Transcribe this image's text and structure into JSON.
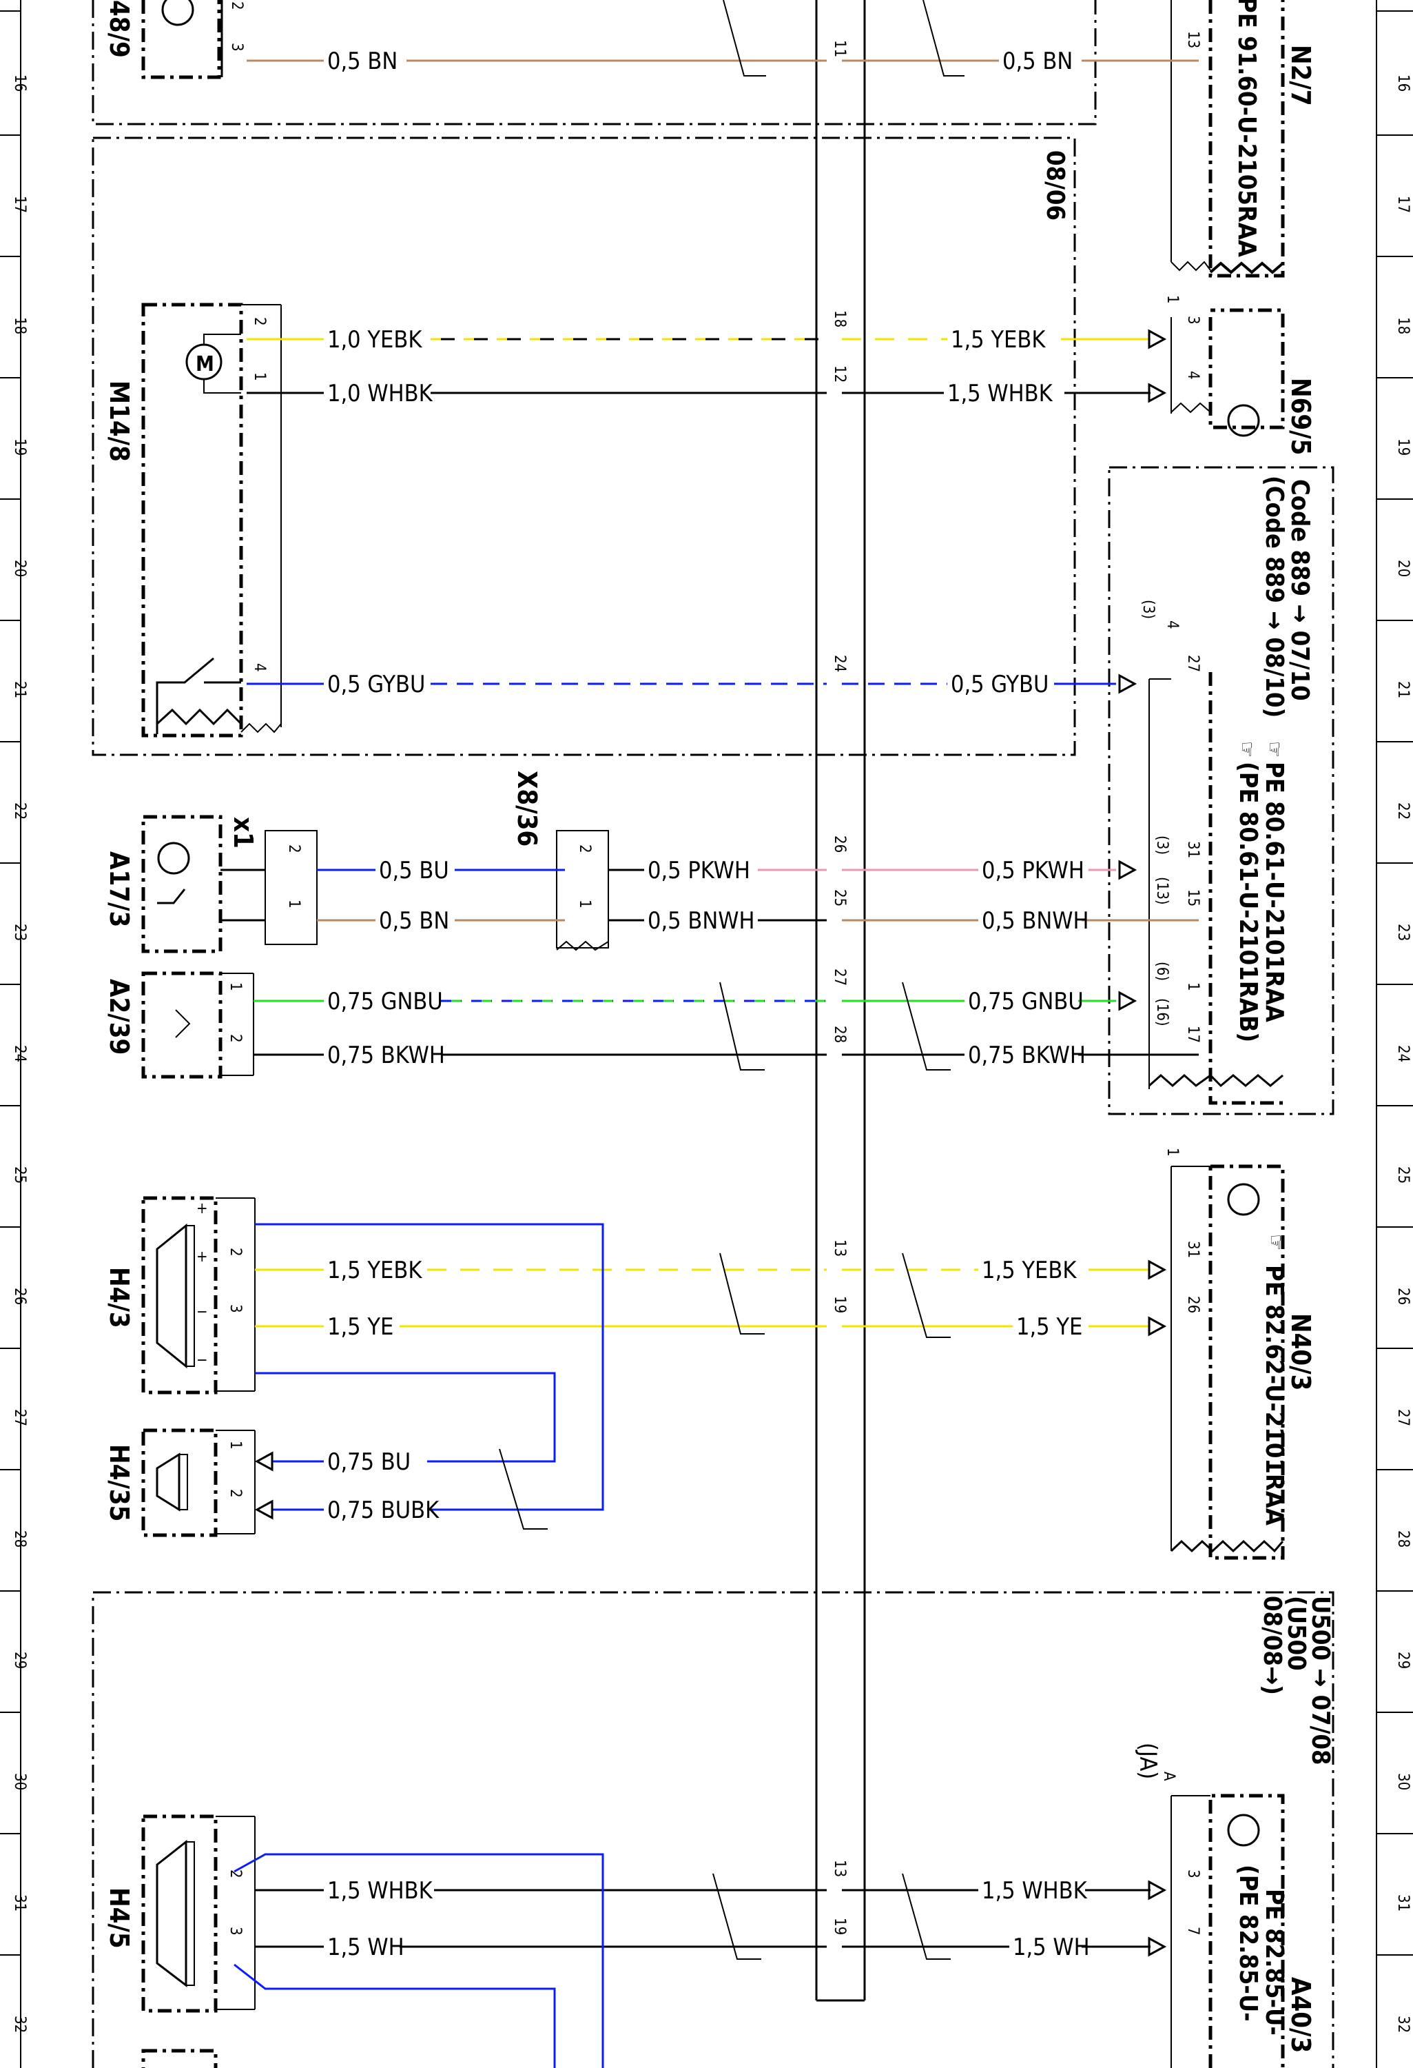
{
  "grid_rows": [
    "16",
    "17",
    "18",
    "19",
    "20",
    "21",
    "22",
    "23",
    "24",
    "25",
    "26",
    "27",
    "28",
    "29",
    "30",
    "31",
    "32"
  ],
  "components": {
    "n48_9": "48/9",
    "n2_7": "N2/7",
    "n2_7_pe": "PE 91.60-U-2105RAA",
    "c0806": "08/06",
    "m14_8": "M14/8",
    "n69_5": "N69/5",
    "n69_5_code": "Code 889 → 07/10",
    "n69_5_code2": "(Code 889 → 08/10)",
    "n69_5_pe": "PE 80.61-U-2101RAA",
    "n69_5_pe2": "(PE 80.61-U-2101RAB)",
    "x8_36": "X8/36",
    "x1": "x1",
    "a17_3": "A17/3",
    "a2_39": "A2/39",
    "h4_3": "H4/3",
    "h4_35": "H4/35",
    "n40_3": "N40/3",
    "n40_3_pe": "PE 82.62-U-2101RAA",
    "u500": "U500 → 07/08",
    "u500b": "(U500",
    "u500c": "08/08→)",
    "ja": "(JA)",
    "h4_5": "H4/5",
    "a40_3": "A40/3",
    "a40_3_pe": "PE 82.85-U-",
    "a40_3_pe2": "(PE 82.85-U-"
  },
  "wires": [
    {
      "l": "0,5 BN",
      "r": "0,5 BN",
      "pl": "3",
      "pm": "11",
      "pr": "13"
    },
    {
      "l": "1,0 YEBK",
      "r": "1,5 YEBK",
      "pl": "2",
      "pm": "18",
      "pr": "3"
    },
    {
      "l": "1,0 WHBK",
      "r": "1,5 WHBK",
      "pl": "1",
      "pm": "12",
      "pr": "4"
    },
    {
      "l": "0,5 GYBU",
      "r": "0,5 GYBU",
      "pl": "4",
      "pm": "24",
      "pr": "27"
    },
    {
      "l": "0,5 BU",
      "m": "0,5 PKWH",
      "r": "0,5 PKWH",
      "pl": "2",
      "px": "2",
      "pm": "26",
      "pr": "31"
    },
    {
      "l": "0,5 BN",
      "m": "0,5 BNWH",
      "r": "0,5 BNWH",
      "pl": "1",
      "px": "1",
      "pm": "25",
      "pr": "15"
    },
    {
      "l": "0,75 GNBU",
      "r": "0,75 GNBU",
      "pl": "1",
      "pm": "27",
      "pr": "1"
    },
    {
      "l": "0,75 BKWH",
      "r": "0,75 BKWH",
      "pl": "2",
      "pm": "28",
      "pr": "17"
    },
    {
      "l": "1,5 YEBK",
      "r": "1,5 YEBK",
      "pl": "2",
      "pm": "13",
      "pr": "31"
    },
    {
      "l": "1,5 YE",
      "r": "1,5 YE",
      "pl": "3",
      "pm": "19",
      "pr": "26"
    },
    {
      "l": "0,75 BU",
      "pl": "1"
    },
    {
      "l": "0,75 BUBK",
      "pl": "2"
    },
    {
      "l": "1,5 WHBK",
      "r": "1,5 WHBK",
      "pl": "2",
      "pm": "13",
      "pr": "3"
    },
    {
      "l": "1,5 WH",
      "r": "1,5 WH",
      "pl": "3",
      "pm": "19",
      "pr": "7"
    }
  ],
  "pin_notes": {
    "p3": "(3)",
    "p13": "(13)",
    "p6": "(6)",
    "p16": "(16)",
    "p3b": "(3)",
    "one": "1",
    "four": "4",
    "plus": "+",
    "minus": "−"
  },
  "colors": {
    "yellow": "#f2e500",
    "blue": "#0a1cff",
    "brown": "#b88a63",
    "pink": "#e89ab0",
    "green": "#22e022",
    "black": "#000000"
  }
}
